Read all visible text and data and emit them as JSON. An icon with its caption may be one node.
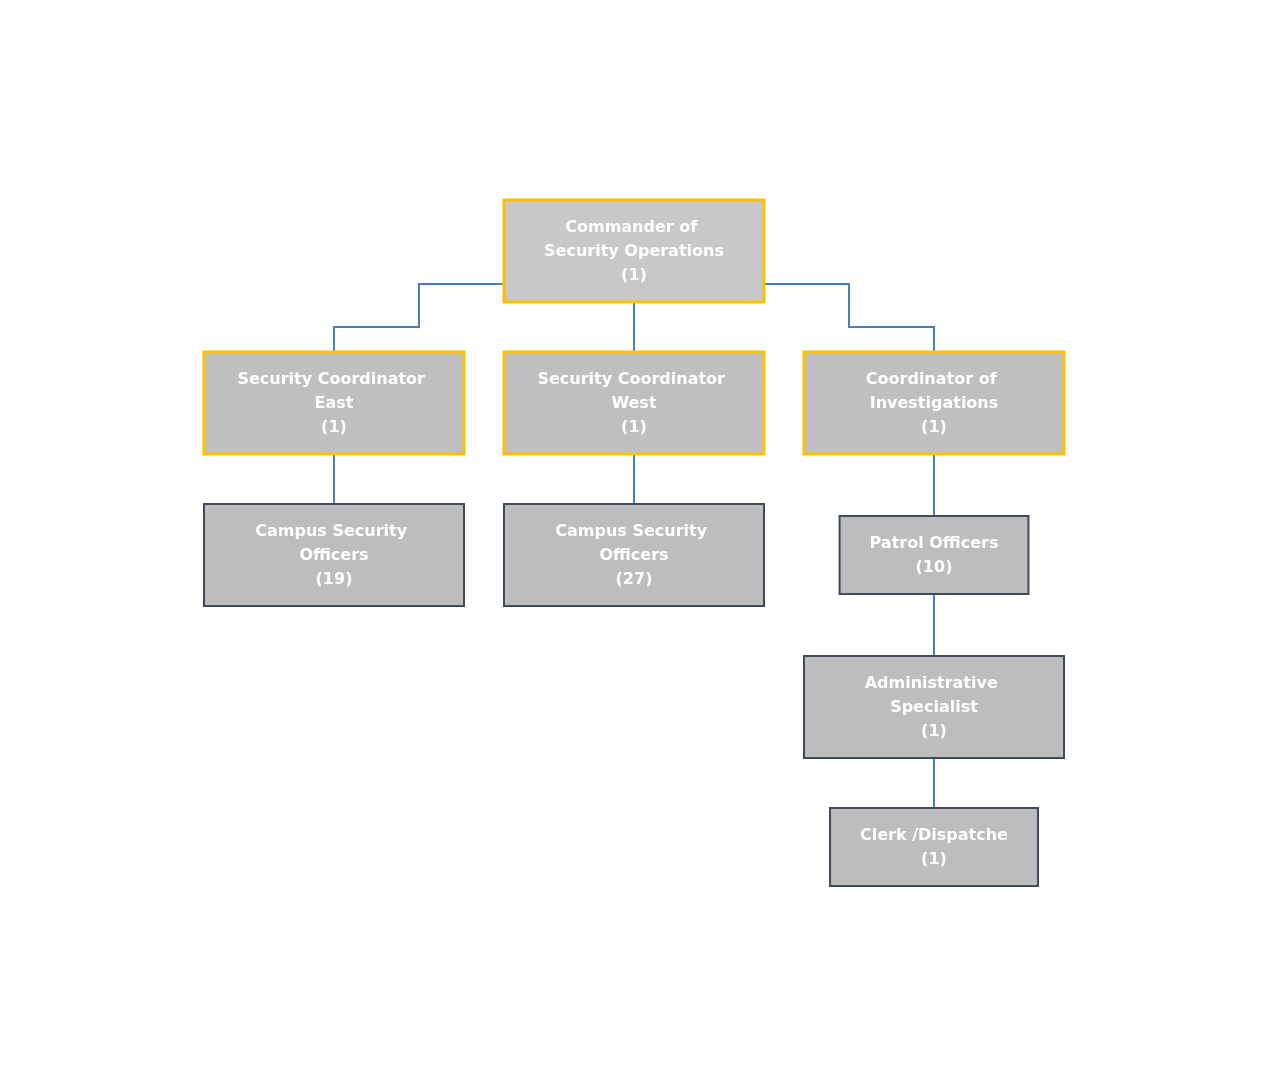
{
  "diagram": {
    "nodes": [
      {
        "text": [
          "Commander of Security Operations",
          "(1)"
        ]
      },
      {
        "text": [
          "Security Coordinator East",
          "(1)"
        ]
      },
      {
        "text": [
          "Security Coordinator West",
          "(1)"
        ]
      },
      {
        "text": [
          "Coordinator of Investigations",
          "(1)"
        ]
      },
      {
        "text": [
          "Campus Security Officers",
          "(19)"
        ]
      },
      {
        "text": [
          "Campus Security Officers",
          "(27)"
        ]
      },
      {
        "text": [
          "Patrol Officers",
          "(10)"
        ]
      },
      {
        "text": [
          "Administrative Specialist",
          "(1)"
        ]
      },
      {
        "text": [
          "Clerk /Dispatche",
          "(1)"
        ]
      }
    ],
    "edges": [
      {
        "from": 0,
        "to": 1,
        "arrow": "none"
      },
      {
        "from": 0,
        "to": 2,
        "arrow": "none"
      },
      {
        "from": 0,
        "to": 3,
        "arrow": "none"
      },
      {
        "from": 1,
        "to": 4,
        "arrow": "none"
      },
      {
        "from": 2,
        "to": 5,
        "arrow": "none"
      },
      {
        "from": 3,
        "to": 6,
        "arrow": "none"
      },
      {
        "from": 6,
        "to": 7,
        "arrow": "none"
      },
      {
        "from": 7,
        "to": 8,
        "arrow": "none"
      }
    ]
  }
}
